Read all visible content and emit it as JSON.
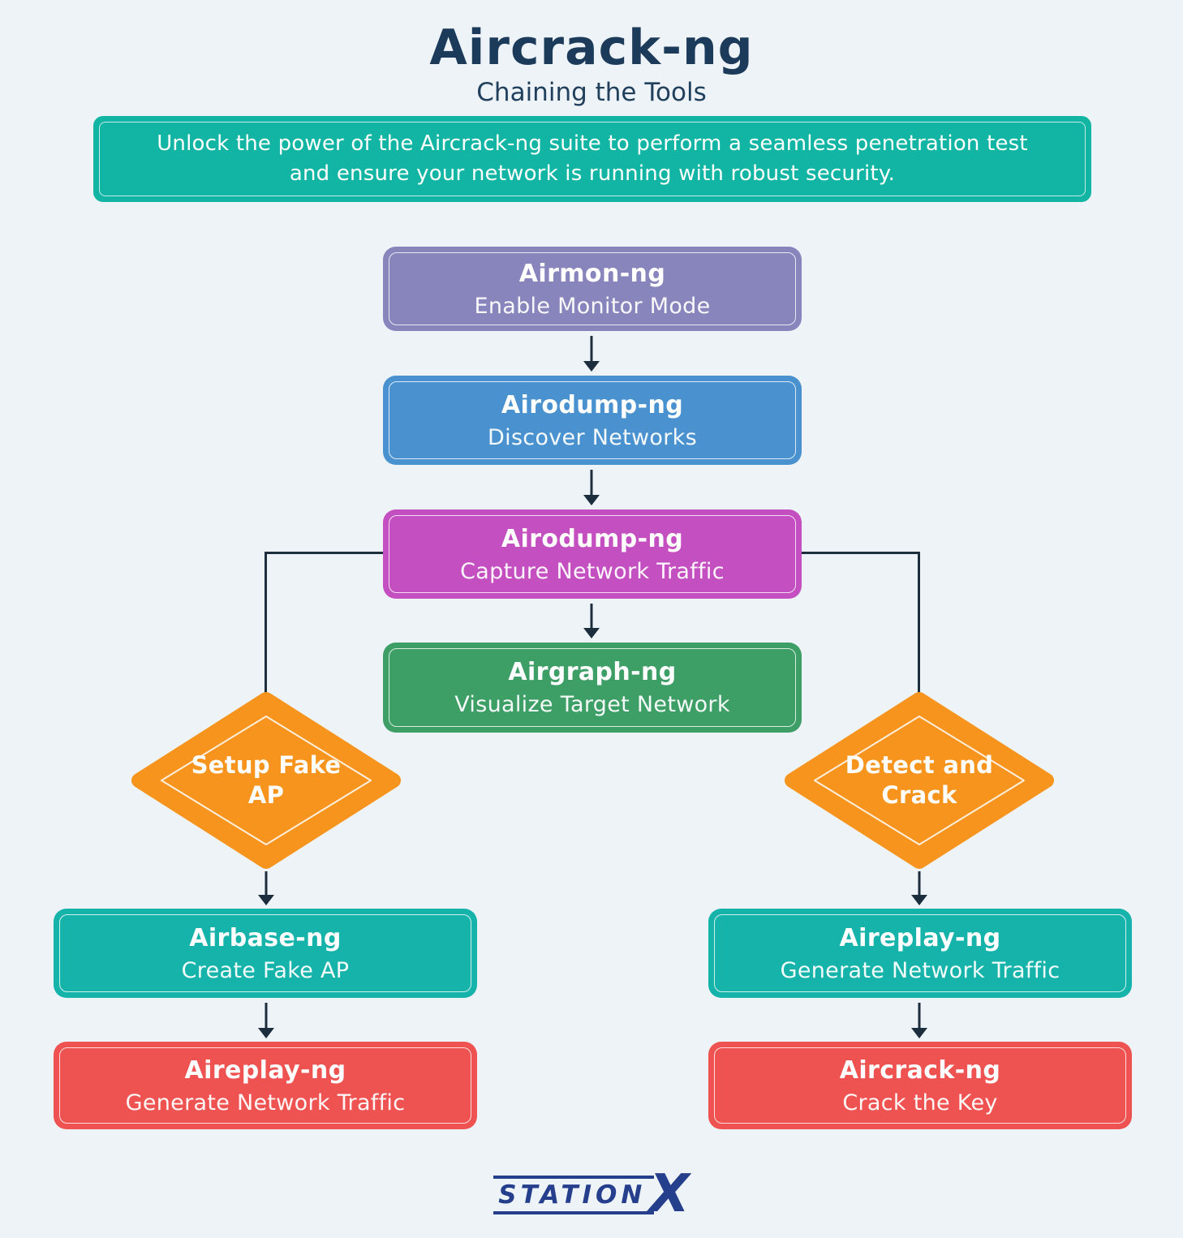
{
  "header": {
    "title": "Aircrack-ng",
    "subtitle": "Chaining the Tools"
  },
  "banner": {
    "text": "Unlock the power of the Aircrack-ng suite to perform a seamless penetration test and ensure your network is running with robust security."
  },
  "flow": {
    "main_chain": [
      {
        "title": "Airmon-ng",
        "subtitle": "Enable Monitor Mode",
        "color": "#8885bd"
      },
      {
        "title": "Airodump-ng",
        "subtitle": "Discover Networks",
        "color": "#4a92cf"
      },
      {
        "title": "Airodump-ng",
        "subtitle": "Capture Network Traffic",
        "color": "#c44fc0"
      },
      {
        "title": "Airgraph-ng",
        "subtitle": "Visualize Target Network",
        "color": "#3d9e66"
      }
    ],
    "decisions": [
      {
        "label": "Setup Fake AP",
        "lines": [
          "Setup Fake",
          "AP"
        ],
        "color": "#f6941d"
      },
      {
        "label": "Detect and Crack",
        "lines": [
          "Detect and",
          "Crack"
        ],
        "color": "#f6941d"
      }
    ],
    "left_branch": [
      {
        "title": "Airbase-ng",
        "subtitle": "Create Fake AP",
        "color": "#16b3aa"
      },
      {
        "title": "Aireplay-ng",
        "subtitle": "Generate Network Traffic",
        "color": "#ee5352"
      }
    ],
    "right_branch": [
      {
        "title": "Aireplay-ng",
        "subtitle": "Generate Network Traffic",
        "color": "#16b3aa"
      },
      {
        "title": "Aircrack-ng",
        "subtitle": "Crack the Key",
        "color": "#ee5352"
      }
    ]
  },
  "footer": {
    "logo_text": "STATION",
    "logo_x": "X"
  },
  "colors": {
    "background": "#eef3f8",
    "title_navy": "#1c3b5a",
    "arrow": "#1c2e3d",
    "banner_teal": "#12b5a3",
    "purple": "#8885bd",
    "blue": "#4a92cf",
    "magenta": "#c44fc0",
    "green": "#3d9e66",
    "orange": "#f6941d",
    "teal": "#16b3aa",
    "red": "#ee5352",
    "logo_blue": "#253f8c"
  }
}
